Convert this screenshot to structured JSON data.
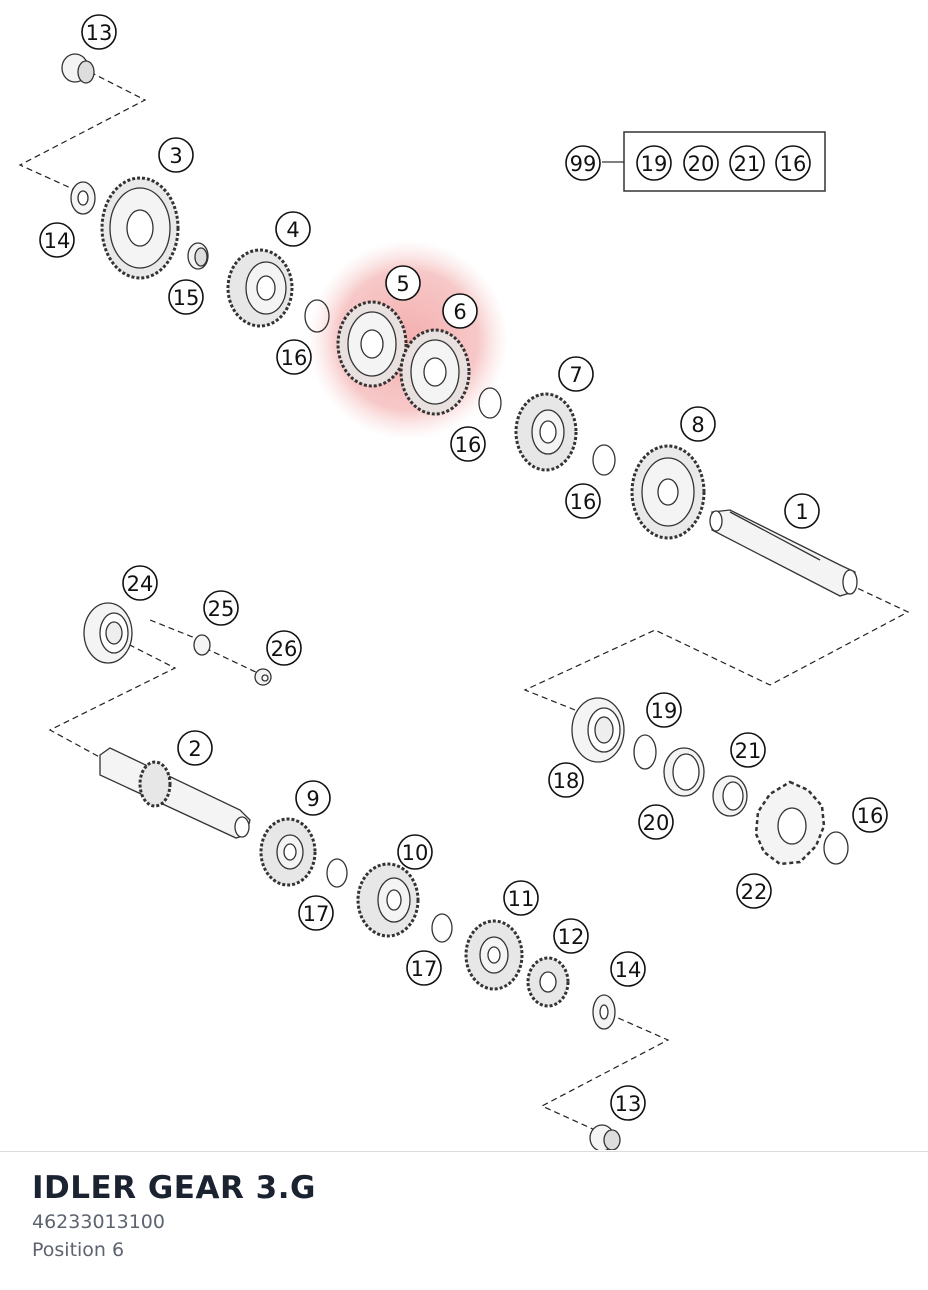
{
  "part": {
    "name": "IDLER GEAR 3.G",
    "number": "46233013100",
    "position": "Position 6"
  },
  "highlight_color": "#f2a6a6",
  "diagram": {
    "callouts": [
      "13",
      "3",
      "14",
      "15",
      "4",
      "5",
      "6",
      "16",
      "16",
      "16",
      "7",
      "8",
      "1",
      "99",
      "19",
      "20",
      "21",
      "16",
      "24",
      "25",
      "26",
      "2",
      "9",
      "17",
      "10",
      "17",
      "11",
      "12",
      "14",
      "13",
      "18",
      "19",
      "20",
      "21",
      "22",
      "16"
    ]
  }
}
